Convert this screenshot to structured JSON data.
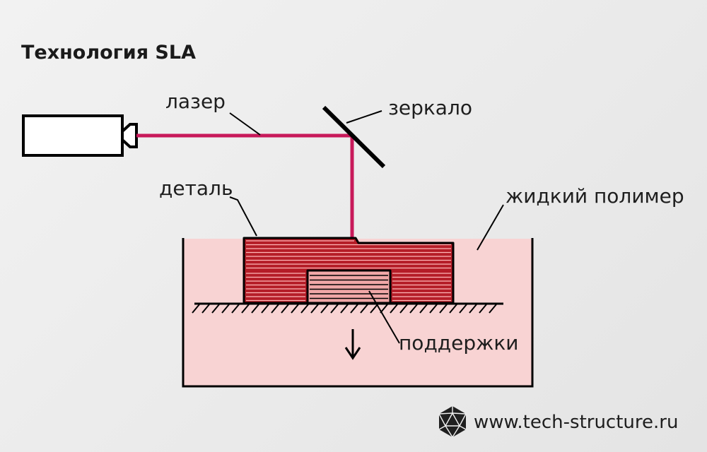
{
  "title": "Технология SLA",
  "labels": {
    "laser": "лазер",
    "mirror": "зеркало",
    "part": "деталь",
    "liquid_polymer": "жидкий полимер",
    "supports": "поддержки"
  },
  "website": "www.tech-structure.ru",
  "colors": {
    "laser_beam": "#c8195a",
    "part": "#b51d27",
    "part_stripe": "#ffb8b8",
    "supports": "#f0a7a7",
    "liquid": "#f8d3d3",
    "background": "#ebebeb"
  },
  "icons": {
    "logo": "icosahedron-logo-icon",
    "direction": "down-arrow-icon"
  }
}
